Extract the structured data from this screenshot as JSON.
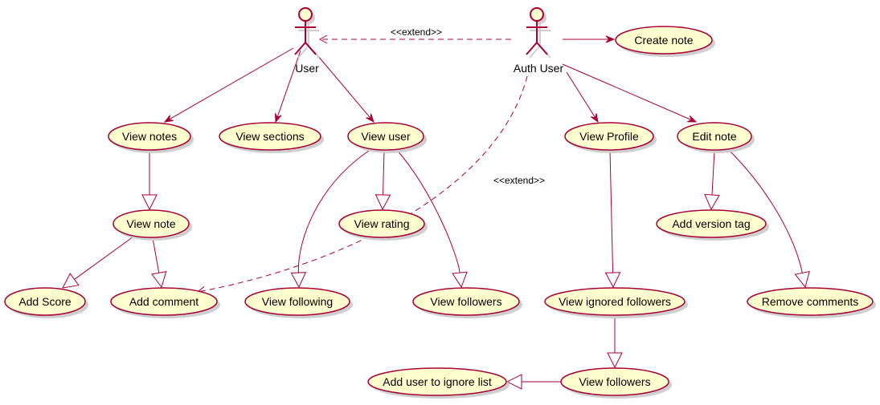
{
  "diagram": {
    "type": "uml-use-case",
    "colors": {
      "line": "#a80036",
      "usecase_fill": "#fefece",
      "shadow": "#cfcfcf",
      "background": "#ffffff"
    },
    "actors": [
      {
        "id": "user",
        "label": "User"
      },
      {
        "id": "auth",
        "label": "Auth User"
      }
    ],
    "usecases": [
      {
        "id": "create_note",
        "label": "Create note"
      },
      {
        "id": "view_notes",
        "label": "View notes"
      },
      {
        "id": "view_sections",
        "label": "View sections"
      },
      {
        "id": "view_user",
        "label": "View user"
      },
      {
        "id": "view_profile",
        "label": "View Profile"
      },
      {
        "id": "edit_note",
        "label": "Edit note"
      },
      {
        "id": "view_note",
        "label": "View note"
      },
      {
        "id": "view_rating",
        "label": "View rating"
      },
      {
        "id": "add_version_tag",
        "label": "Add version tag"
      },
      {
        "id": "add_score",
        "label": "Add Score"
      },
      {
        "id": "add_comment",
        "label": "Add comment"
      },
      {
        "id": "view_following",
        "label": "View following"
      },
      {
        "id": "view_followers_user",
        "label": "View followers"
      },
      {
        "id": "view_ignored_followers",
        "label": "View ignored followers"
      },
      {
        "id": "remove_comments",
        "label": "Remove comments"
      },
      {
        "id": "add_user_ignore",
        "label": "Add user to ignore list"
      },
      {
        "id": "view_followers_ignored",
        "label": "View followers"
      }
    ],
    "relations": [
      {
        "from": "auth",
        "to": "user",
        "kind": "extend",
        "label": "<<extend>>"
      },
      {
        "from": "auth",
        "to": "create_note",
        "kind": "association"
      },
      {
        "from": "user",
        "to": "view_notes",
        "kind": "association"
      },
      {
        "from": "user",
        "to": "view_sections",
        "kind": "association"
      },
      {
        "from": "user",
        "to": "view_user",
        "kind": "association"
      },
      {
        "from": "auth",
        "to": "view_profile",
        "kind": "association"
      },
      {
        "from": "auth",
        "to": "edit_note",
        "kind": "association"
      },
      {
        "from": "auth",
        "to": "add_comment",
        "kind": "extend",
        "label": "<<extend>>"
      },
      {
        "from": "view_notes",
        "to": "view_note",
        "kind": "generalization"
      },
      {
        "from": "view_note",
        "to": "add_score",
        "kind": "generalization"
      },
      {
        "from": "view_note",
        "to": "add_comment",
        "kind": "generalization"
      },
      {
        "from": "view_user",
        "to": "view_rating",
        "kind": "generalization"
      },
      {
        "from": "view_user",
        "to": "view_following",
        "kind": "generalization"
      },
      {
        "from": "view_user",
        "to": "view_followers_user",
        "kind": "generalization"
      },
      {
        "from": "view_profile",
        "to": "view_ignored_followers",
        "kind": "generalization"
      },
      {
        "from": "view_ignored_followers",
        "to": "view_followers_ignored",
        "kind": "generalization"
      },
      {
        "from": "view_followers_ignored",
        "to": "add_user_ignore",
        "kind": "generalization"
      },
      {
        "from": "edit_note",
        "to": "add_version_tag",
        "kind": "generalization"
      },
      {
        "from": "edit_note",
        "to": "remove_comments",
        "kind": "generalization"
      }
    ]
  }
}
